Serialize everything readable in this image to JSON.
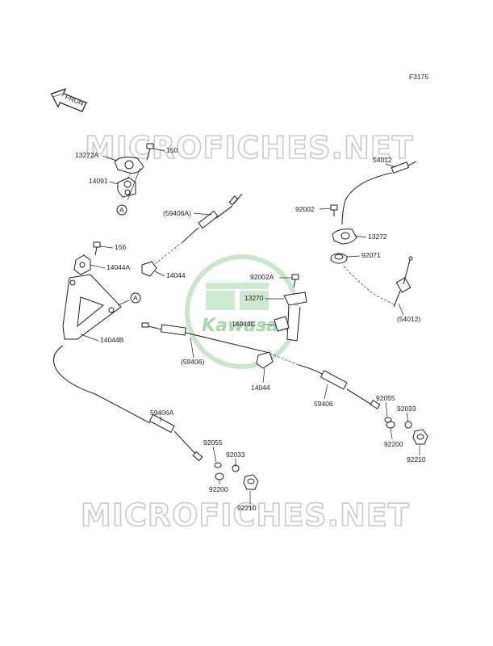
{
  "figure_code": "F3175",
  "front_arrow": "FRONT",
  "watermark": "MICROFICHES.NET",
  "logo_text": "Kawasaki",
  "ref_marker": "A",
  "parts": {
    "p13272A": "13272A",
    "p150": "150",
    "p14091": "14091",
    "p59406A_paren": "(59406A)",
    "p156": "156",
    "p14044A": "14044A",
    "p14044_top": "14044",
    "p14044B": "14044B",
    "p59406_paren": "(59406)",
    "p14044_mid": "14044",
    "p59406A": "59406A",
    "p92055_left": "92055",
    "p92033_left": "92033",
    "p92200_left": "92200",
    "p92210_left": "92210",
    "p54012": "54012",
    "p92002": "92002",
    "p13272": "13272",
    "p92071": "92071",
    "p92002A": "92002A",
    "p13270": "13270",
    "p14044C": "14044C",
    "p54012_paren": "(54012)",
    "p59406": "59406",
    "p92055_right": "92055",
    "p92033_right": "92033",
    "p92200_right": "92200",
    "p92210_right": "92210"
  }
}
